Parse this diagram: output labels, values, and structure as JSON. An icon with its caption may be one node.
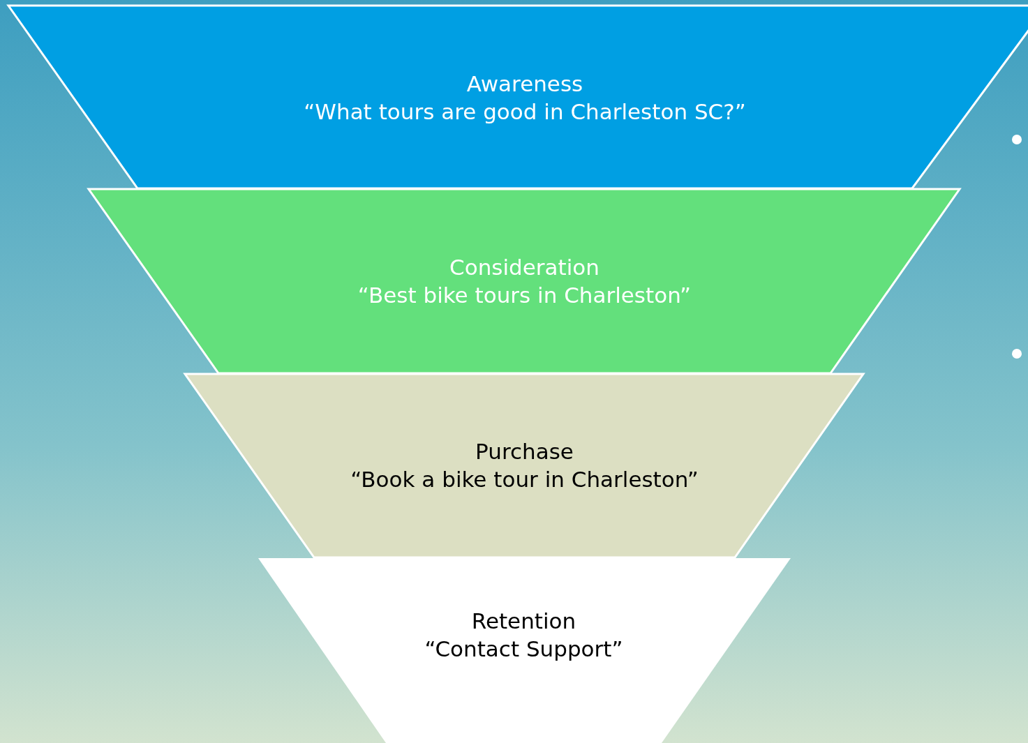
{
  "diagram": {
    "nodes": [
      {
        "text": [
          "Awareness",
          "“What tours are good in Charleston SC?”"
        ]
      },
      {
        "text": [
          "Consideration",
          "“Best bike tours in Charleston”"
        ]
      },
      {
        "text": [
          "Purchase",
          "“Book a bike tour in Charleston”"
        ]
      },
      {
        "text": [
          "Retention",
          "“Contact Support”"
        ]
      }
    ]
  }
}
